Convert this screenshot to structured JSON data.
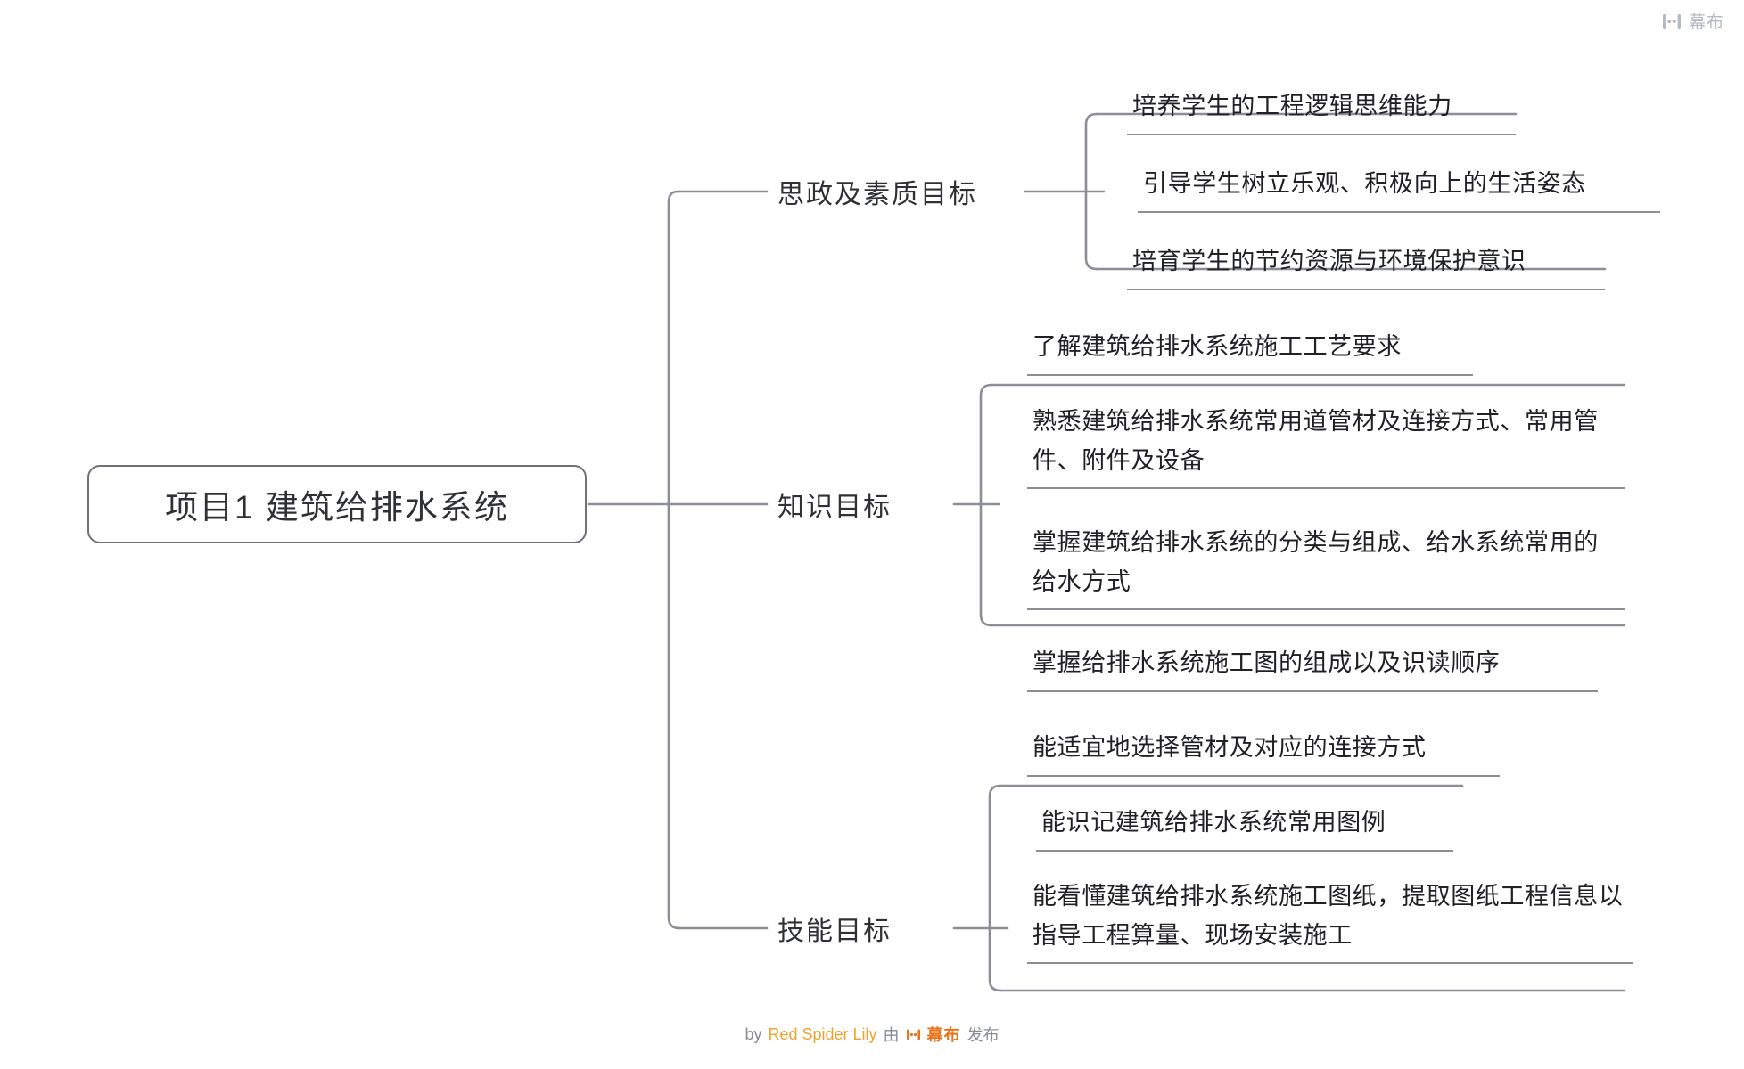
{
  "watermark": {
    "label": "幕布",
    "icon": "mubu-logo-icon",
    "color": "#b6bac2"
  },
  "root": {
    "label": "项目1 建筑给排水系统"
  },
  "theme": {
    "line_color": "#8b8e95",
    "text_color": "#202124",
    "background": "#ffffff"
  },
  "branches": [
    {
      "label": "思政及素质目标",
      "leaves": [
        {
          "text": "培养学生的工程逻辑思维能力"
        },
        {
          "text": "引导学生树立乐观、积极向上的生活姿态"
        },
        {
          "text": "培育学生的节约资源与环境保护意识"
        }
      ]
    },
    {
      "label": "知识目标",
      "leaves": [
        {
          "text": "了解建筑给排水系统施工工艺要求"
        },
        {
          "text": "熟悉建筑给排水系统常用道管材及连接方式、常用管件、附件及设备"
        },
        {
          "text": "掌握建筑给排水系统的分类与组成、给水系统常用的给水方式"
        },
        {
          "text": "掌握给排水系统施工图的组成以及识读顺序"
        }
      ]
    },
    {
      "label": "技能目标",
      "leaves": [
        {
          "text": "能适宜地选择管材及对应的连接方式"
        },
        {
          "text": "能识记建筑给排水系统常用图例"
        },
        {
          "text": "能看懂建筑给排水系统施工图纸，提取图纸工程信息以指导工程算量、现场安装施工"
        }
      ]
    }
  ],
  "footer": {
    "by": "by",
    "author": "Red Spider Lily",
    "middle": "由",
    "brand": "幕布",
    "suffix": "发布",
    "icon": "mubu-logo-icon"
  }
}
